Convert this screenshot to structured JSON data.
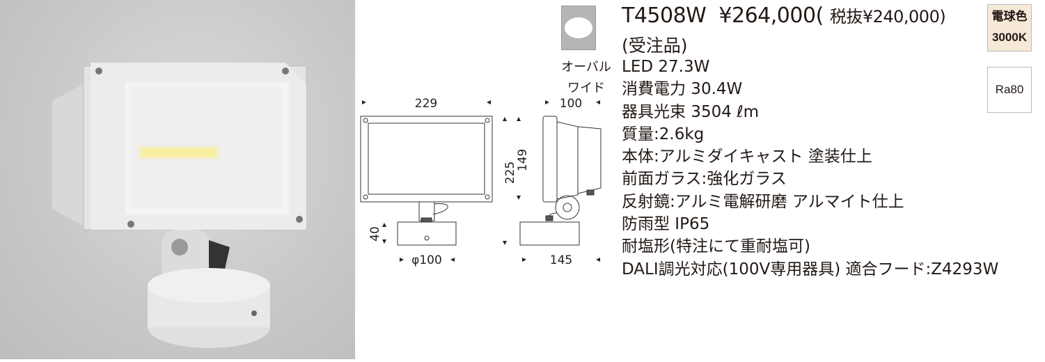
{
  "product": {
    "model": "T4508W",
    "price": "¥264,000(",
    "price_ex_tax": "税抜¥240,000)",
    "order_note": "(受注品)"
  },
  "distribution": {
    "line1": "オーバル",
    "line2": "ワイド",
    "icon": "oval-distribution-icon"
  },
  "specs": [
    "LED 27.3W",
    "消費電力 30.4W",
    "器具光束 3504 ℓm",
    "質量:2.6kg",
    "本体:アルミダイキャスト 塗装仕上",
    "前面ガラス:強化ガラス",
    "反射鏡:アルミ電解研磨 アルマイト仕上",
    "防雨型  IP65",
    "耐塩形(特注にて重耐塩可)",
    "DALI調光対応(100V専用器具) 適合フード:Z4293W"
  ],
  "badges": {
    "color_name": "電球色",
    "color_temp": "3000K",
    "cri": "Ra80",
    "color_bg": "#f6e9d8"
  },
  "dimensions": {
    "front_width": "229",
    "side_depth": "100",
    "total_height": "225",
    "head_height": "149",
    "base_height": "40",
    "base_diameter": "φ100",
    "side_width": "145"
  }
}
